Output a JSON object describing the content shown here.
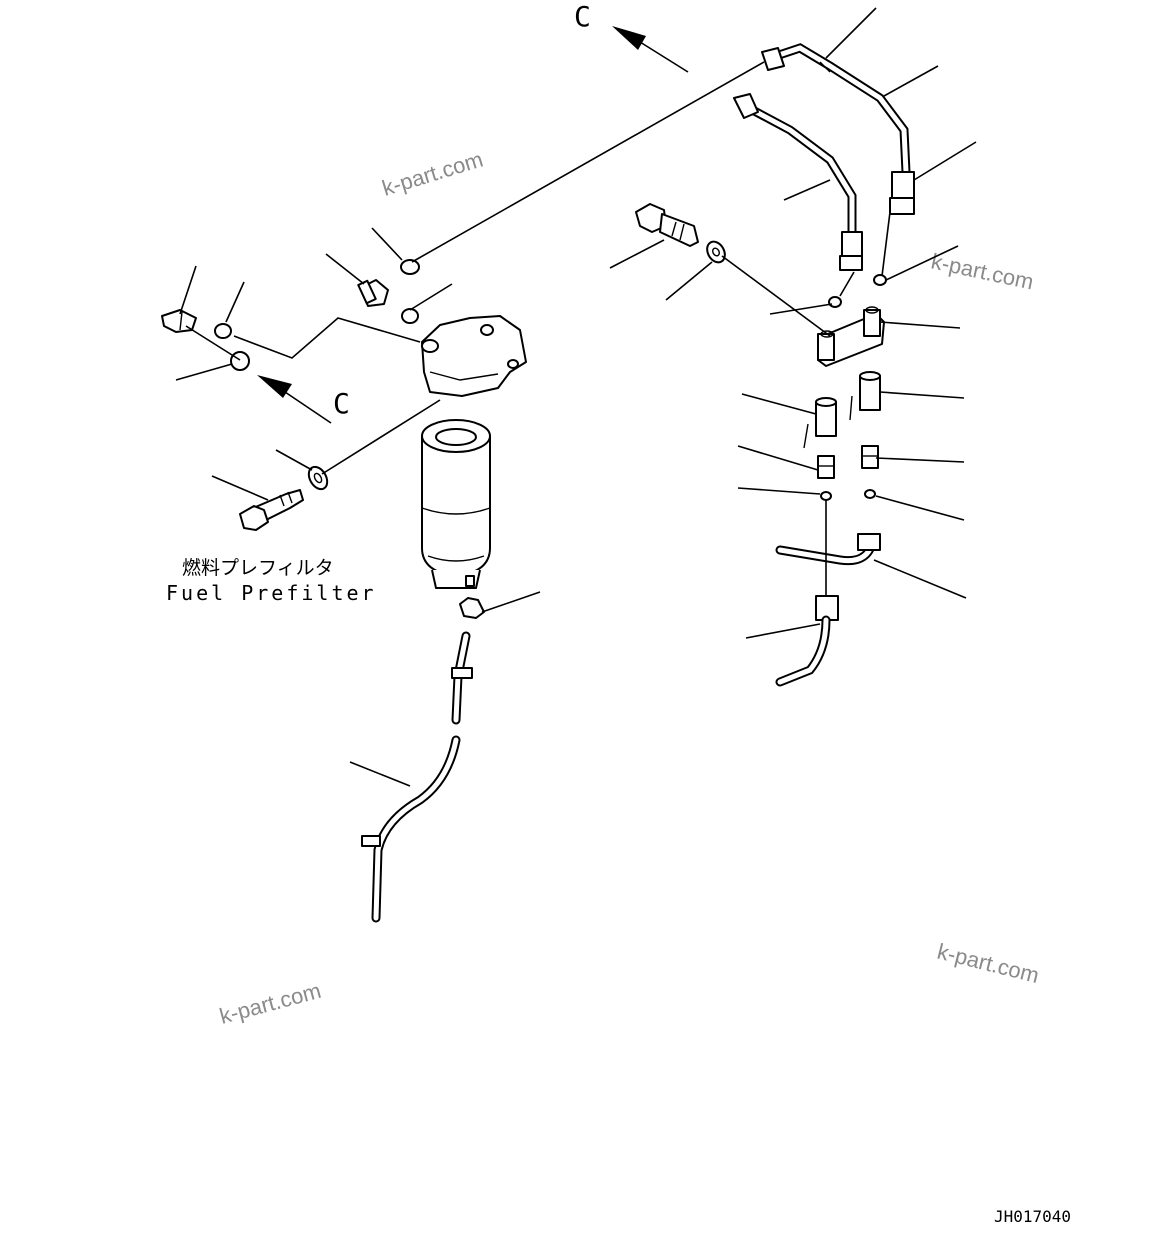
{
  "view_arrow_label": "C",
  "part_name_ja": "燃料プレフィルタ",
  "part_name_en": "Fuel Prefilter",
  "watermark": "k-part.com",
  "drawing_code": "JH017040"
}
